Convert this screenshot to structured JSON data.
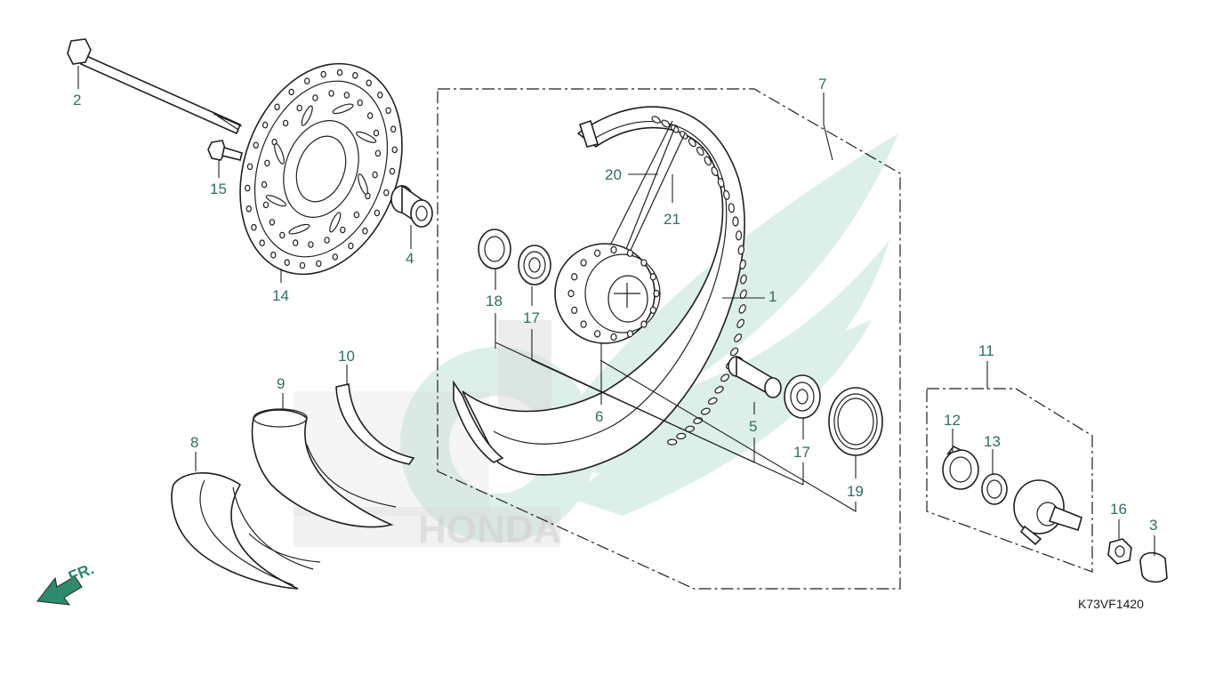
{
  "diagram": {
    "code": "K73VF1420",
    "direction_label": "FR.",
    "watermark_text": "HONDA",
    "colors": {
      "label": "#2d6e62",
      "line": "#1f1f1f",
      "watermark": "#dcefe9",
      "arrow": "#2e8b6e"
    },
    "callouts": [
      {
        "id": "1",
        "label": "1"
      },
      {
        "id": "2",
        "label": "2"
      },
      {
        "id": "3",
        "label": "3"
      },
      {
        "id": "4",
        "label": "4"
      },
      {
        "id": "5",
        "label": "5"
      },
      {
        "id": "6",
        "label": "6"
      },
      {
        "id": "7",
        "label": "7"
      },
      {
        "id": "8",
        "label": "8"
      },
      {
        "id": "9",
        "label": "9"
      },
      {
        "id": "10",
        "label": "10"
      },
      {
        "id": "11",
        "label": "11"
      },
      {
        "id": "12",
        "label": "12"
      },
      {
        "id": "13",
        "label": "13"
      },
      {
        "id": "14",
        "label": "14"
      },
      {
        "id": "15",
        "label": "15"
      },
      {
        "id": "16",
        "label": "16"
      },
      {
        "id": "17a",
        "label": "17"
      },
      {
        "id": "17b",
        "label": "17"
      },
      {
        "id": "18",
        "label": "18"
      },
      {
        "id": "19",
        "label": "19"
      },
      {
        "id": "20",
        "label": "20"
      },
      {
        "id": "21",
        "label": "21"
      }
    ]
  }
}
